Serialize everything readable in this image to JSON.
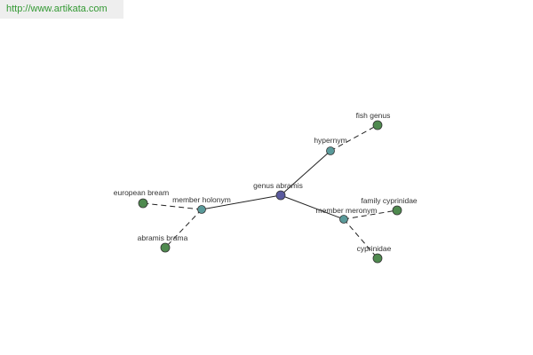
{
  "site": {
    "url": "http://www.artikata.com"
  },
  "graph": {
    "colors": {
      "center": "#5a5a9e",
      "relation": "#5a9a9a",
      "leaf": "#4f8a4f",
      "stroke": "#333333"
    },
    "nodes": [
      {
        "id": "genus-abramis",
        "label": "genus abramis",
        "kind": "center"
      },
      {
        "id": "hypernym",
        "label": "hypernym",
        "kind": "relation"
      },
      {
        "id": "member-holonym",
        "label": "member holonym",
        "kind": "relation"
      },
      {
        "id": "member-meronym",
        "label": "member meronym",
        "kind": "relation"
      },
      {
        "id": "fish-genus",
        "label": "fish genus",
        "kind": "leaf"
      },
      {
        "id": "european-bream",
        "label": "european bream",
        "kind": "leaf"
      },
      {
        "id": "abramis-brama",
        "label": "abramis brama",
        "kind": "leaf"
      },
      {
        "id": "family-cyprinidae",
        "label": "family cyprinidae",
        "kind": "leaf"
      },
      {
        "id": "cyprinidae",
        "label": "cyprinidae",
        "kind": "leaf"
      }
    ],
    "edges": [
      {
        "from": "genus-abramis",
        "to": "hypernym",
        "style": "solid"
      },
      {
        "from": "genus-abramis",
        "to": "member-holonym",
        "style": "solid"
      },
      {
        "from": "genus-abramis",
        "to": "member-meronym",
        "style": "solid"
      },
      {
        "from": "hypernym",
        "to": "fish-genus",
        "style": "dashed"
      },
      {
        "from": "member-holonym",
        "to": "european-bream",
        "style": "dashed"
      },
      {
        "from": "member-holonym",
        "to": "abramis-brama",
        "style": "dashed"
      },
      {
        "from": "member-meronym",
        "to": "family-cyprinidae",
        "style": "dashed"
      },
      {
        "from": "member-meronym",
        "to": "cyprinidae",
        "style": "dashed"
      }
    ]
  }
}
